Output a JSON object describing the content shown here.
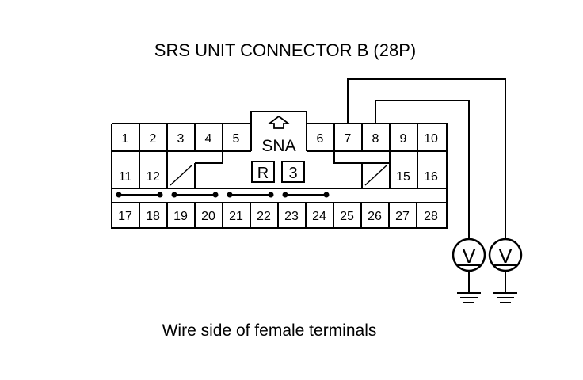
{
  "title": "SRS UNIT CONNECTOR B (28P)",
  "caption": "Wire side of female terminals",
  "connector": {
    "row1_left": [
      "1",
      "2",
      "3",
      "4",
      "5"
    ],
    "lock_label": "SNA",
    "row1_right": [
      "6",
      "7",
      "8",
      "9",
      "10"
    ],
    "row2_left": [
      "11",
      "12"
    ],
    "row2_right": [
      "15",
      "16"
    ],
    "key_labels": [
      "R",
      "3"
    ],
    "row3": [
      "17",
      "18",
      "19",
      "20",
      "21",
      "22",
      "23",
      "24",
      "25",
      "26",
      "27",
      "28"
    ]
  },
  "meters": [
    {
      "symbol": "V",
      "probe_terminal": "7"
    },
    {
      "symbol": "V",
      "probe_terminal": "8"
    }
  ]
}
